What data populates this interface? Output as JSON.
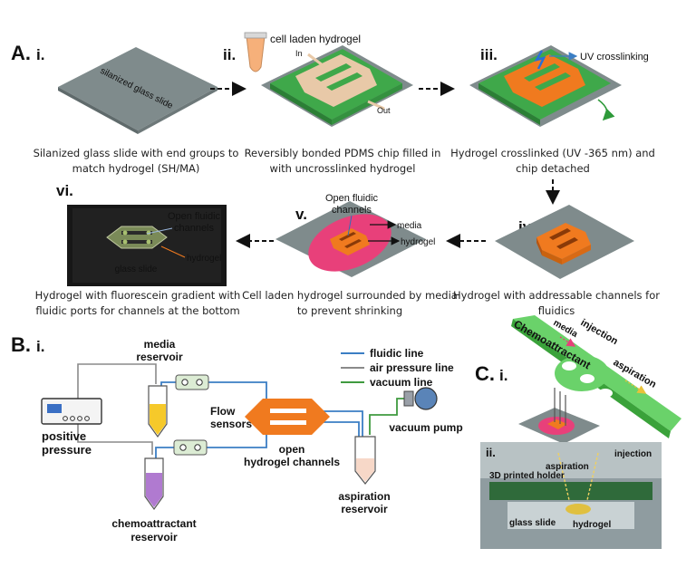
{
  "panel_a": {
    "label": "A.",
    "steps": {
      "i": {
        "num": "i.",
        "slide_text": "silanized glass slide",
        "caption_l1": "Silanized glass slide with end groups to",
        "caption_l2": "match hydrogel (SH/MA)"
      },
      "ii": {
        "num": "ii.",
        "title": "cell laden hydrogel",
        "in_label": "In",
        "out_label": "Out",
        "caption_l1": "Reversibly bonded PDMS chip filled in",
        "caption_l2": "with uncrosslinked hydrogel"
      },
      "iii": {
        "num": "iii.",
        "uv_label": "UV crosslinking",
        "caption_l1": "Hydrogel crosslinked (UV -365 nm) and",
        "caption_l2": "chip detached"
      },
      "iv": {
        "num": "iv.",
        "caption_l1": "Hydrogel with addressable channels for",
        "caption_l2": "fluidics"
      },
      "v": {
        "num": "v.",
        "open_l1": "Open fluidic",
        "open_l2": "channels",
        "media": "media",
        "hydrogel": "hydrogel",
        "caption_l1": "Cell laden hydrogel surrounded by media",
        "caption_l2": "to prevent shrinking"
      },
      "vi": {
        "num": "vi.",
        "open_l1": "Open fluidic",
        "open_l2": "channels",
        "hydrogel": "hydrogel",
        "glass": "glass slide",
        "caption_l1": "Hydrogel with fluorescein gradient with",
        "caption_l2": "fluidic ports for channels at the bottom"
      }
    }
  },
  "panel_b": {
    "label": "B.",
    "num": "i.",
    "media_l1": "media",
    "media_l2": "reservoir",
    "flow_l1": "Flow",
    "flow_l2": "sensors",
    "positive_l1": "positive",
    "positive_l2": "pressure",
    "chemo_l1": "chemoattractant",
    "chemo_l2": "reservoir",
    "open_l1": "open",
    "open_l2": "hydrogel channels",
    "aspiration_l1": "aspiration",
    "aspiration_l2": "reservoir",
    "vacuum_pump": "vacuum pump",
    "legend": [
      {
        "label": "fluidic line",
        "color": "#3b7ec4"
      },
      {
        "label": "air pressure line",
        "color": "#8a8a8a"
      },
      {
        "label": "vacuum line",
        "color": "#3f9a3f"
      }
    ]
  },
  "panel_c": {
    "label": "C.",
    "num": "i.",
    "chemo": "Chemoattractant",
    "media": "media",
    "injection": "injection",
    "aspiration": "aspiration",
    "sub": {
      "num": "ii.",
      "aspiration": "aspiration",
      "injection": "injection",
      "holder": "3D printed holder",
      "glass": "glass slide",
      "hydrogel": "hydrogel"
    }
  },
  "colors": {
    "slide": "#7f8b8c",
    "pdms": "#3fa84a",
    "hydrogel": "#f07a1f",
    "media": "#e8407a",
    "fluidic": "#3b7ec4",
    "air": "#8a8a8a",
    "vacuum": "#3f9a3f"
  }
}
